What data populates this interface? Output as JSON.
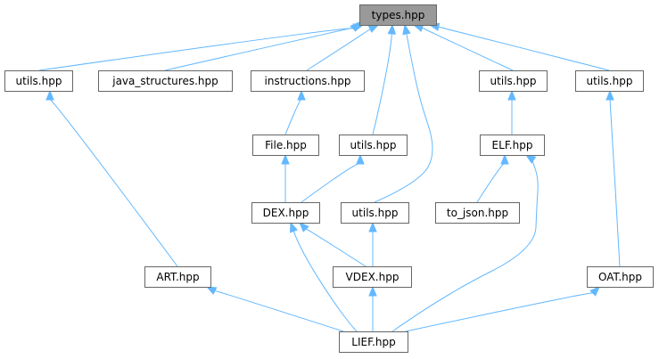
{
  "graph": {
    "nodes": [
      {
        "id": "types",
        "label": "types.hpp",
        "root": true
      },
      {
        "id": "utils1",
        "label": "utils.hpp"
      },
      {
        "id": "javas",
        "label": "java_structures.hpp"
      },
      {
        "id": "instr",
        "label": "instructions.hpp"
      },
      {
        "id": "utils_art",
        "label": "utils.hpp"
      },
      {
        "id": "utils_elf",
        "label": "utils.hpp"
      },
      {
        "id": "utils_oat",
        "label": "utils.hpp"
      },
      {
        "id": "file",
        "label": "File.hpp"
      },
      {
        "id": "utils_dex",
        "label": "utils.hpp"
      },
      {
        "id": "elf",
        "label": "ELF.hpp"
      },
      {
        "id": "dex",
        "label": "DEX.hpp"
      },
      {
        "id": "utils_vdex",
        "label": "utils.hpp"
      },
      {
        "id": "tojson",
        "label": "to_json.hpp"
      },
      {
        "id": "art",
        "label": "ART.hpp"
      },
      {
        "id": "vdex",
        "label": "VDEX.hpp"
      },
      {
        "id": "oat",
        "label": "OAT.hpp"
      },
      {
        "id": "lief",
        "label": "LIEF.hpp"
      }
    ],
    "edges": [
      {
        "from": "utils1",
        "to": "types"
      },
      {
        "from": "javas",
        "to": "types"
      },
      {
        "from": "instr",
        "to": "types"
      },
      {
        "from": "utils_dex",
        "to": "types"
      },
      {
        "from": "utils_vdex",
        "to": "types"
      },
      {
        "from": "utils_elf",
        "to": "types"
      },
      {
        "from": "utils_oat",
        "to": "types"
      },
      {
        "from": "art",
        "to": "utils1"
      },
      {
        "from": "file",
        "to": "instr"
      },
      {
        "from": "elf",
        "to": "utils_elf"
      },
      {
        "from": "oat",
        "to": "utils_oat"
      },
      {
        "from": "dex",
        "to": "file"
      },
      {
        "from": "dex",
        "to": "utils_dex"
      },
      {
        "from": "tojson",
        "to": "elf"
      },
      {
        "from": "lief",
        "to": "elf"
      },
      {
        "from": "vdex",
        "to": "dex"
      },
      {
        "from": "lief",
        "to": "dex"
      },
      {
        "from": "vdex",
        "to": "utils_vdex"
      },
      {
        "from": "lief",
        "to": "art"
      },
      {
        "from": "lief",
        "to": "vdex"
      },
      {
        "from": "lief",
        "to": "oat"
      }
    ]
  },
  "colors": {
    "edge": "#63b8ff",
    "node_border": "#666666",
    "root_fill": "#999999",
    "node_fill": "#ffffff"
  }
}
